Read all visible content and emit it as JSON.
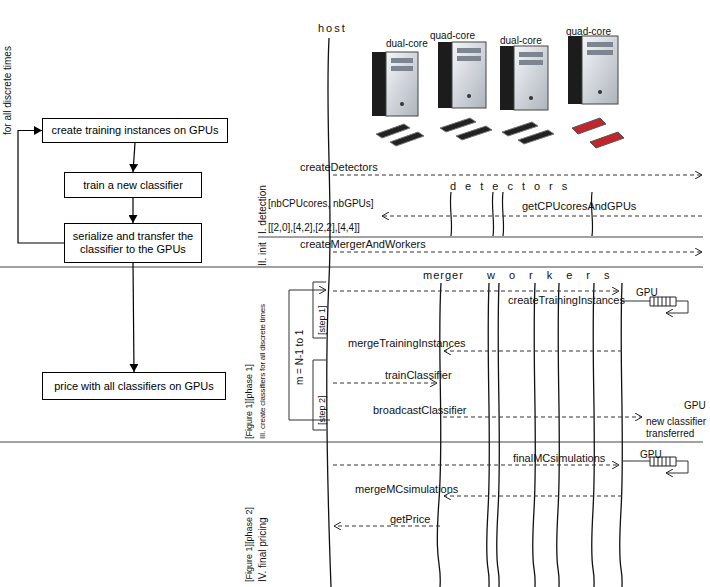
{
  "diagram": {
    "nodes": [
      {
        "text": [
          "create training instances on GPUs"
        ]
      },
      {
        "text": [
          "train a new classifier"
        ]
      },
      {
        "text": [
          "serialize and transfer the classifier to the GPUs"
        ]
      },
      {
        "text": [
          "price with all classifiers on GPUs"
        ]
      }
    ],
    "edges": [
      {
        "from": 0,
        "to": 1,
        "arrow": "to"
      },
      {
        "from": 1,
        "to": 2,
        "arrow": "to"
      },
      {
        "from": 2,
        "to": 0,
        "arrow": "to"
      },
      {
        "from": 2,
        "to": 3,
        "arrow": "to"
      }
    ],
    "labels": [
      "host",
      "dual-core",
      "quad-core",
      "dual-core",
      "quad-core",
      "createDetectors",
      "detectors",
      "getCPUcoresAndGPUs",
      "[nbCPUcores, nbGPUs]",
      "[[2,0],[4,2],[2,2],[4,4]]",
      "createMergerAndWorkers",
      "merger",
      "workers",
      "for all discrete times",
      "I. detection",
      "II. init",
      "III. create classifiers for all discrete times",
      "[Figure 1][phase 1]",
      "IV. final pricing",
      "[Figure 1][phase 2]",
      "m = N-1 to 1",
      "[step 1]",
      "[step 2]",
      "createTrainingInstances",
      "GPU",
      "mergeTrainingInstances",
      "trainClassifier",
      "broadcastClassifier",
      "GPU",
      "new classifier transferred",
      "finalMCsimulations",
      "GPU",
      "mergeMCsimulations",
      "getPrice"
    ]
  }
}
